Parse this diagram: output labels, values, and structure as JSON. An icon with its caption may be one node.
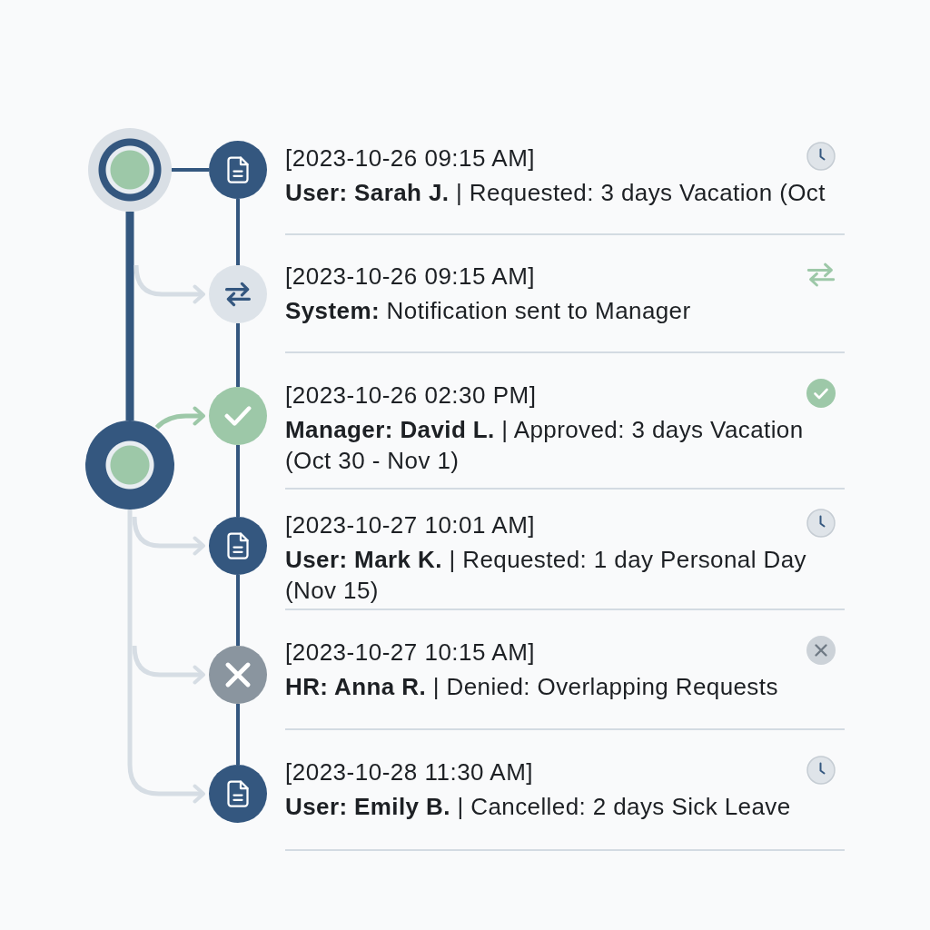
{
  "diagram": {
    "nodes": [
      {
        "text": [],
        "shape": "circle"
      },
      {
        "text": [],
        "shape": "circle",
        "beside": [
          "[2023-10-26 09:15 AM]",
          "**User: Sarah J.** | Requested: 3 days Vacation (Oct"
        ]
      },
      {
        "text": [],
        "shape": "circle",
        "beside": [
          "[2023-10-26 09:15 AM]",
          "**System:** Notification sent to Manager"
        ]
      },
      {
        "text": [],
        "shape": "circle",
        "beside": [
          "[2023-10-26 02:30 PM]",
          "**Manager: David L.** | Approved: 3 days Vacation (Oct 30 - Nov 1)"
        ]
      },
      {
        "text": [],
        "shape": "circle"
      },
      {
        "text": [],
        "shape": "circle",
        "beside": [
          "[2023-10-27 10:01 AM]",
          "**User: Mark K.** | Requested: 1 day Personal Day (Nov 15)"
        ]
      },
      {
        "text": [],
        "shape": "circle",
        "beside": [
          "[2023-10-27 10:15 AM]",
          "**HR: Anna R.** | Denied: Overlapping Requests"
        ]
      },
      {
        "text": [],
        "shape": "circle",
        "beside": [
          "[2023-10-28 11:30 AM]",
          "**User: Emily B.** | Cancelled: 2 days Sick Leave"
        ]
      }
    ],
    "edges": [
      {
        "from": 0,
        "to": 1,
        "arrow": "none"
      },
      {
        "from": 0,
        "to": 4,
        "arrow": "none",
        "style": "thick"
      },
      {
        "from": 1,
        "to": 2,
        "arrow": "none"
      },
      {
        "from": 2,
        "to": 3,
        "arrow": "none"
      },
      {
        "from": 3,
        "to": 5,
        "arrow": "none"
      },
      {
        "from": 5,
        "to": 6,
        "arrow": "none"
      },
      {
        "from": 6,
        "to": 7,
        "arrow": "none"
      },
      {
        "from": 0,
        "to": 2,
        "arrow": "to",
        "color": "#d6dde4"
      },
      {
        "from": 4,
        "to": 3,
        "arrow": "to",
        "color": "#9dc8a8"
      },
      {
        "from": 4,
        "to": 5,
        "arrow": "to",
        "color": "#d6dde4"
      },
      {
        "from": 4,
        "to": 6,
        "arrow": "to",
        "color": "#d6dde4"
      },
      {
        "from": 4,
        "to": 7,
        "arrow": "to",
        "color": "#d6dde4"
      }
    ]
  }
}
